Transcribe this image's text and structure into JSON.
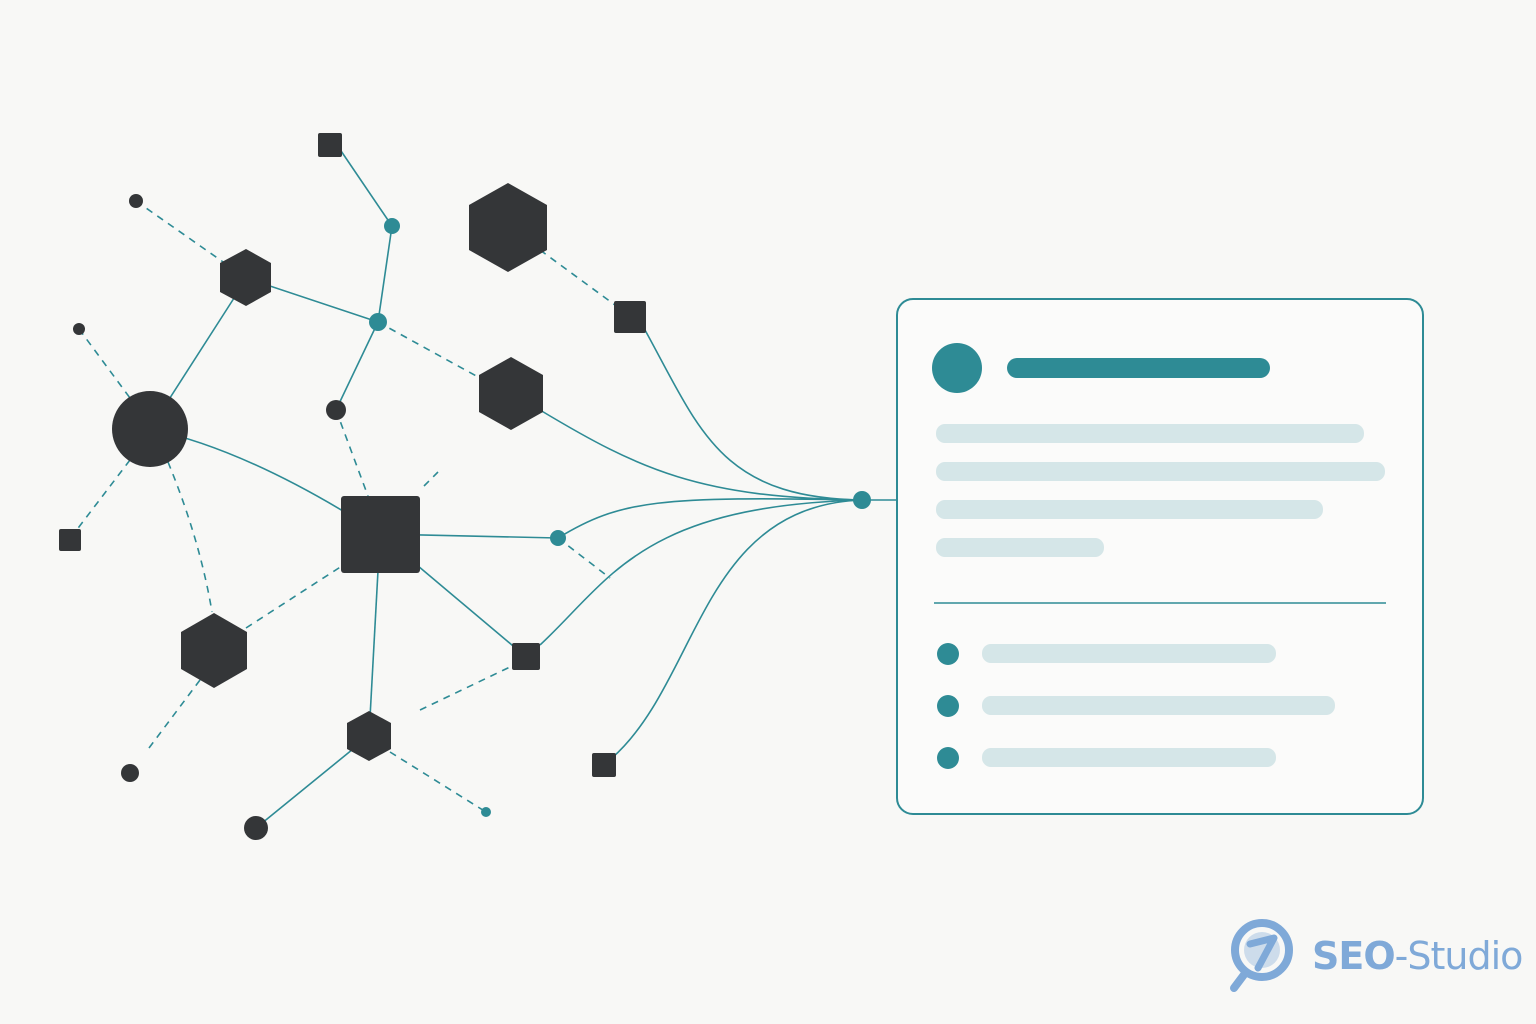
{
  "colors": {
    "background": "#f8f8f6",
    "node_dark": "#343638",
    "accent": "#2e8b95",
    "placeholder": "#d5e6e8",
    "watermark": "#7fa9d8"
  },
  "watermark": {
    "brand_strong": "SEO",
    "brand_rest": "-Studio",
    "icon": "magnifier-check-icon"
  },
  "document_card": {
    "header_icon": "circle-avatar",
    "list_bullets": 3,
    "body_lines": 4
  }
}
